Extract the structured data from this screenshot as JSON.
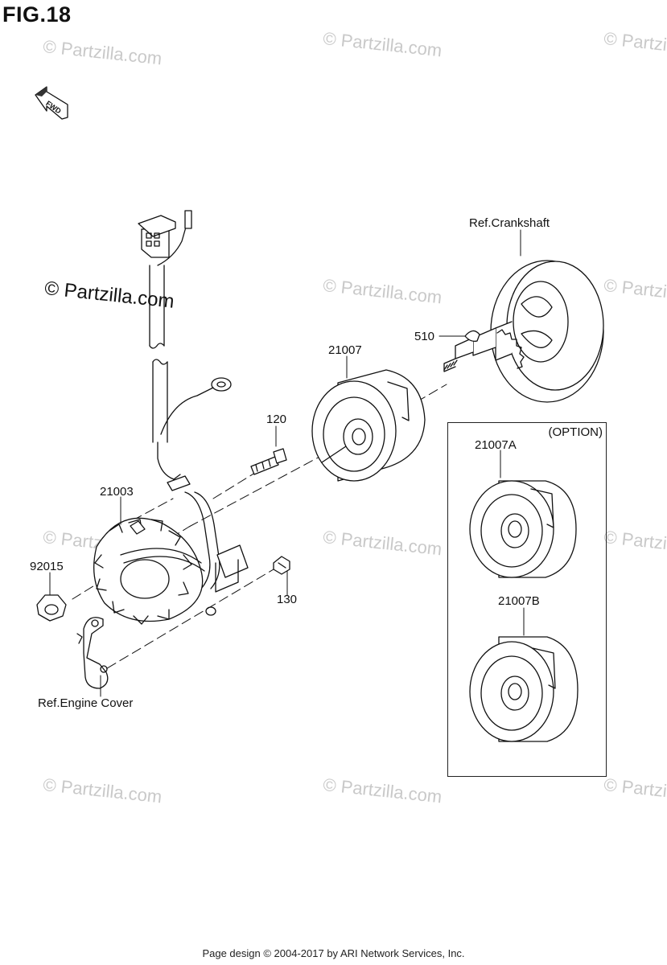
{
  "figure": {
    "title": "FIG.18"
  },
  "fwd_label": "FWD",
  "callouts": {
    "ref_crankshaft": "Ref.Crankshaft",
    "part_510": "510",
    "part_21007": "21007",
    "part_120": "120",
    "part_21003": "21003",
    "part_92015": "92015",
    "part_130": "130",
    "ref_engine_cover": "Ref.Engine Cover",
    "option_label": "(OPTION)",
    "part_21007A": "21007A",
    "part_21007B": "21007B"
  },
  "watermarks": {
    "faint": "© Partzilla.com",
    "main": "© Partzilla.com"
  },
  "footer": "Page design © 2004-2017 by ARI Network Services, Inc.",
  "colors": {
    "line": "#111111",
    "watermark": "#c9c9c9",
    "background": "#ffffff"
  }
}
